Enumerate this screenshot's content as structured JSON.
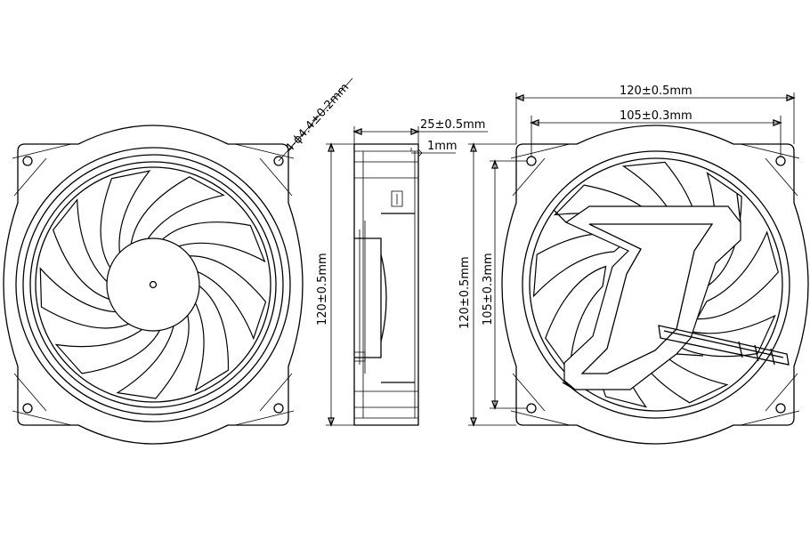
{
  "dimensions": {
    "hole_spec": "4-ϕ4.4±0.2mm",
    "thickness": "25±0.5mm",
    "offset": "1mm",
    "side_height": "120±0.5mm",
    "back_overall_width": "120±0.5mm",
    "back_hole_pitch_width": "105±0.3mm",
    "back_overall_height": "120±0.5mm",
    "back_hole_pitch_height": "105±0.3mm"
  }
}
